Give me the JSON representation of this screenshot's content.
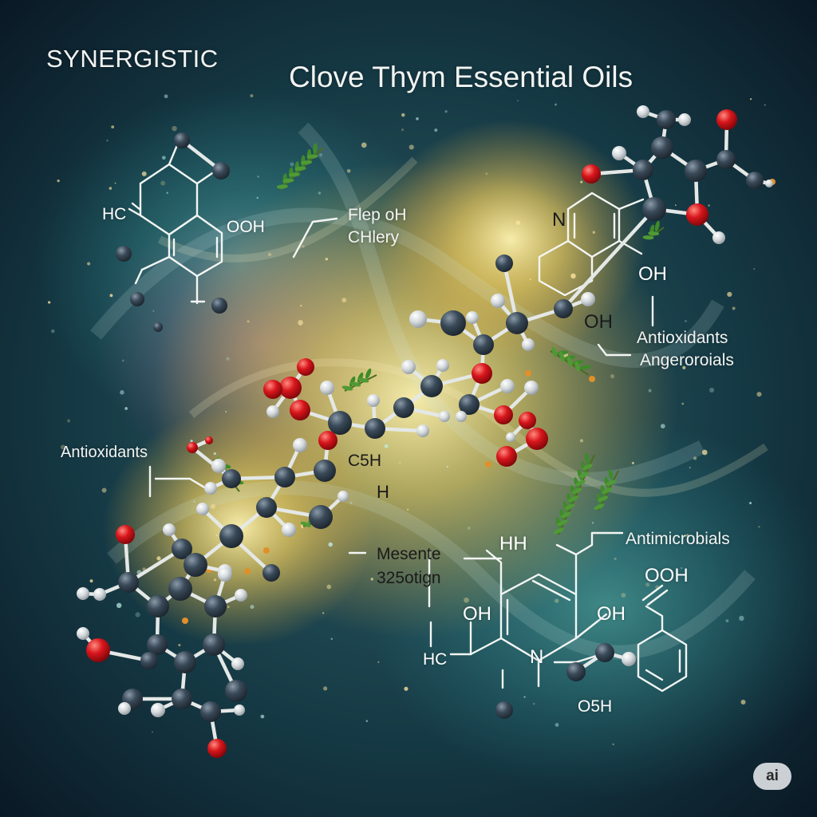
{
  "heading": {
    "tag": "SYNERGISTIC",
    "title": "Clove Thym Essential Oils"
  },
  "labels": {
    "flep_line1": "Flep oH",
    "flep_line2": "CHlery",
    "antioxidants_right_line1": "Antioxidants",
    "antioxidants_right_line2": "Angeroroials",
    "antioxidants_left": "Antioxidants",
    "antimicrobials": "Antimicrobials",
    "mesente_line1": "Mesente",
    "mesente_line2": "325otign"
  },
  "chem_text": {
    "hc_top": "HC",
    "ooh_top": "OOH",
    "n_right": "N",
    "oh_right": "OH",
    "oh_center": "OH",
    "c5h": "C5H",
    "h_center": "H",
    "hh": "HH",
    "ooh_bottom": "OOH",
    "oh_bottom_left": "OH",
    "oh_bottom_mid": "OH",
    "hc_bottom": "HC",
    "n_bottom": "N",
    "o5h": "O5H"
  },
  "badge": "ai",
  "colors": {
    "carbon": "#2f3d4a",
    "oxygen": "#d0161c",
    "hydrogen": "#d8dde0",
    "glow_yellow": "#f4d66a",
    "background_dark": "#0e1f2b",
    "herb_green": "#3f8a2a"
  },
  "icons": [
    "thyme-sprig-icon",
    "molecule-model-icon",
    "ai-badge-icon"
  ]
}
